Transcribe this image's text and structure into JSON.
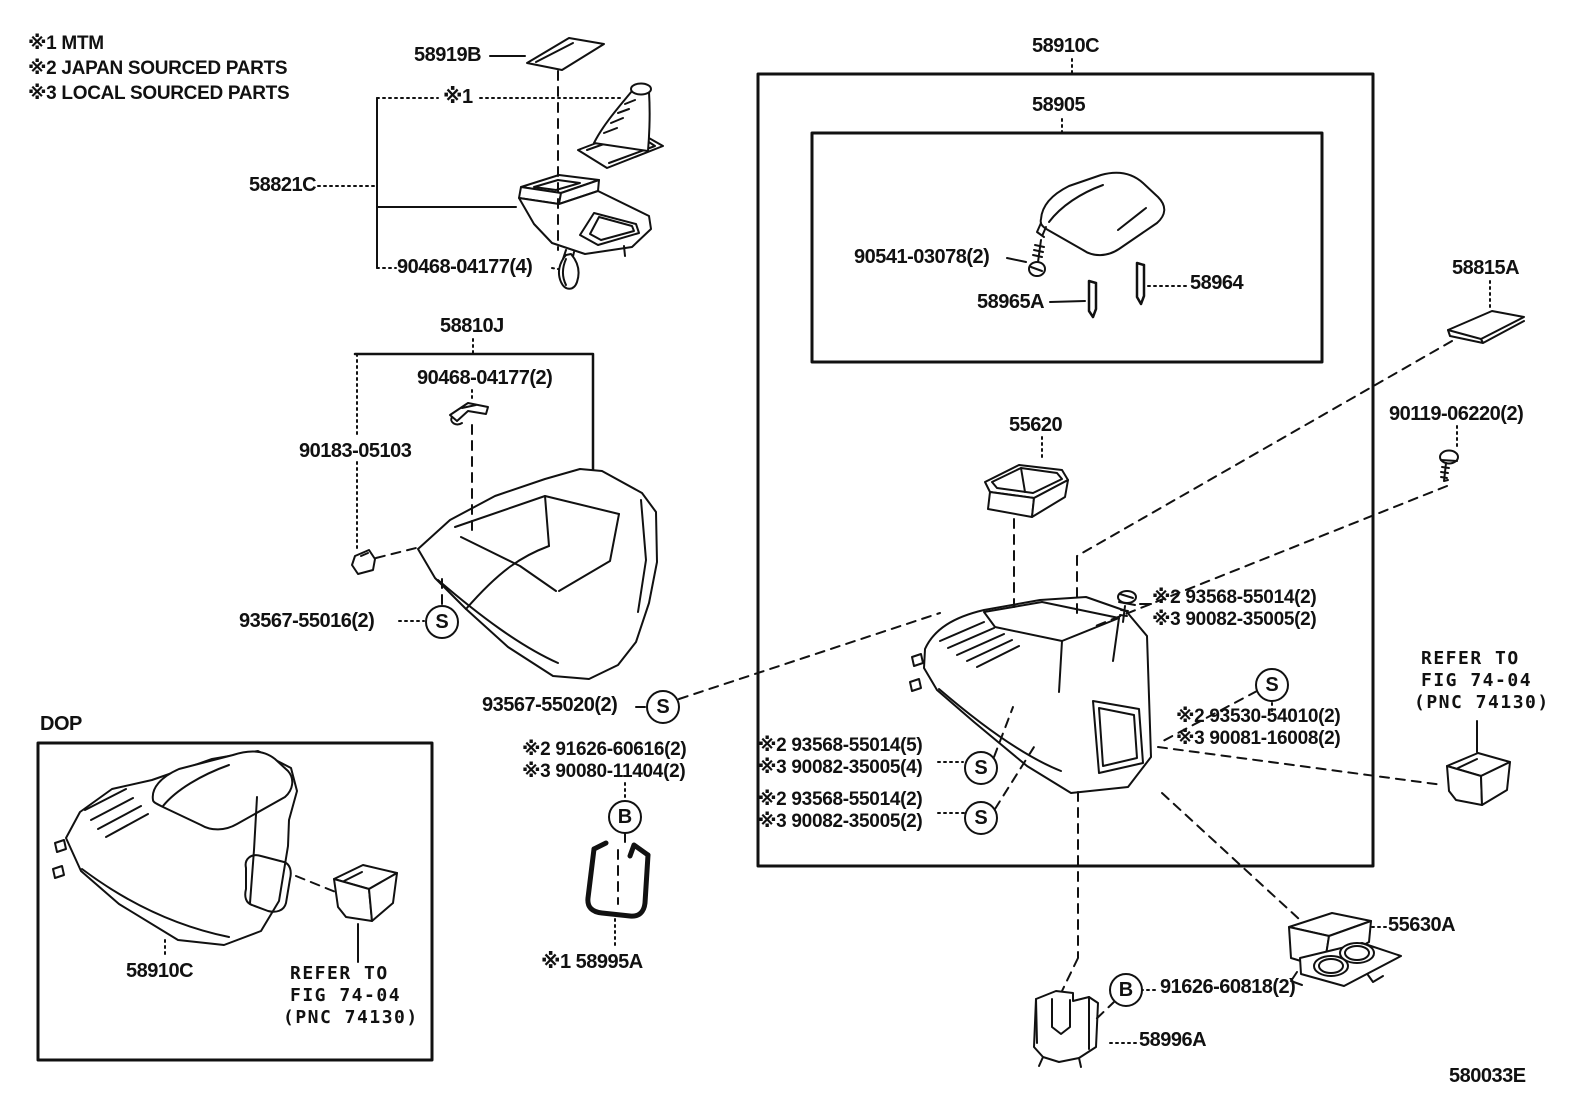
{
  "legend": {
    "line1": "※1 MTM",
    "line2": "※2 JAPAN SOURCED PARTS",
    "line3": "※3 LOCAL SOURCED PARTS"
  },
  "markers": {
    "s": "S",
    "b": "B"
  },
  "shifter_group": {
    "part_58919B": "58919B",
    "note_mtm": "※1",
    "part_58821C": "58821C",
    "clip_90468_4": "90468-04177(4)"
  },
  "rear_console_group": {
    "part_58810J": "58810J",
    "clip_90468_2": "90468-04177(2)",
    "clip_90183": "90183-05103",
    "screw_93567_16": "93567-55016(2)",
    "screw_93567_20": "93567-55020(2)"
  },
  "console_box": {
    "part_58910C": "58910C",
    "armrest_box": {
      "part_58905": "58905",
      "screw_90541": "90541-03078(2)",
      "pin_58965A": "58965A",
      "pin_58964": "58964"
    },
    "part_55620": "55620",
    "screw_right_line1": "※2 93568-55014(2)",
    "screw_right_line2": "※3 90082-35005(2)",
    "screw_left5_line1": "※2 93568-55014(5)",
    "screw_left5_line2": "※3 90082-35005(4)",
    "screw_left2_line1": "※2 93568-55014(2)",
    "screw_left2_line2": "※3 90082-35005(2)",
    "screw_s_right_line1": "※2 93530-54010(2)",
    "screw_s_right_line2": "※3 90081-16008(2)"
  },
  "right_side": {
    "part_58815A": "58815A",
    "bolt_90119": "90119-06220(2)",
    "refer_line1": "REFER TO",
    "refer_line2": "FIG 74-04",
    "refer_line3": "(PNC 74130)",
    "part_55630A": "55630A",
    "bolt_91626_818": "91626-60818(2)",
    "part_58996A": "58996A"
  },
  "bottom_center": {
    "bolt_91626_616_line1": "※2 91626-60616(2)",
    "bolt_91626_616_line2": "※3 90080-11404(2)",
    "part_58995A": "※1 58995A"
  },
  "dop_box": {
    "title": "DOP",
    "part_58910C": "58910C",
    "refer_line1": "REFER TO",
    "refer_line2": "FIG 74-04",
    "refer_line3": "(PNC 74130)"
  },
  "diagram_id": "580033E"
}
